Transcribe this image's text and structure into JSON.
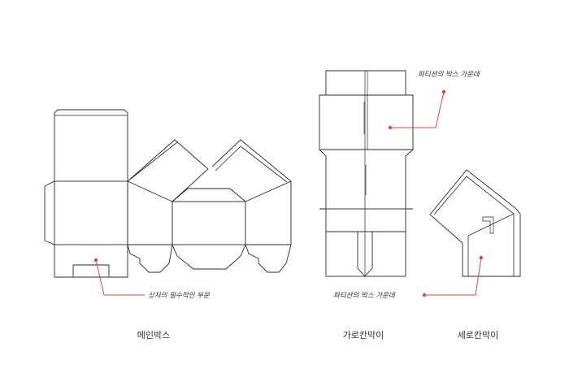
{
  "annotations": {
    "main_box_note": "상자의 필수적인 부분",
    "horizontal_divider_note": "파티션의 박스 가운데",
    "vertical_divider_note": "파티션의 박스 가운데"
  },
  "captions": {
    "main_box": "메인박스",
    "horizontal_divider": "가로칸막이",
    "vertical_divider": "세로칸막이"
  },
  "colors": {
    "line": "#2a2a2a",
    "accent": "#e0453a"
  }
}
